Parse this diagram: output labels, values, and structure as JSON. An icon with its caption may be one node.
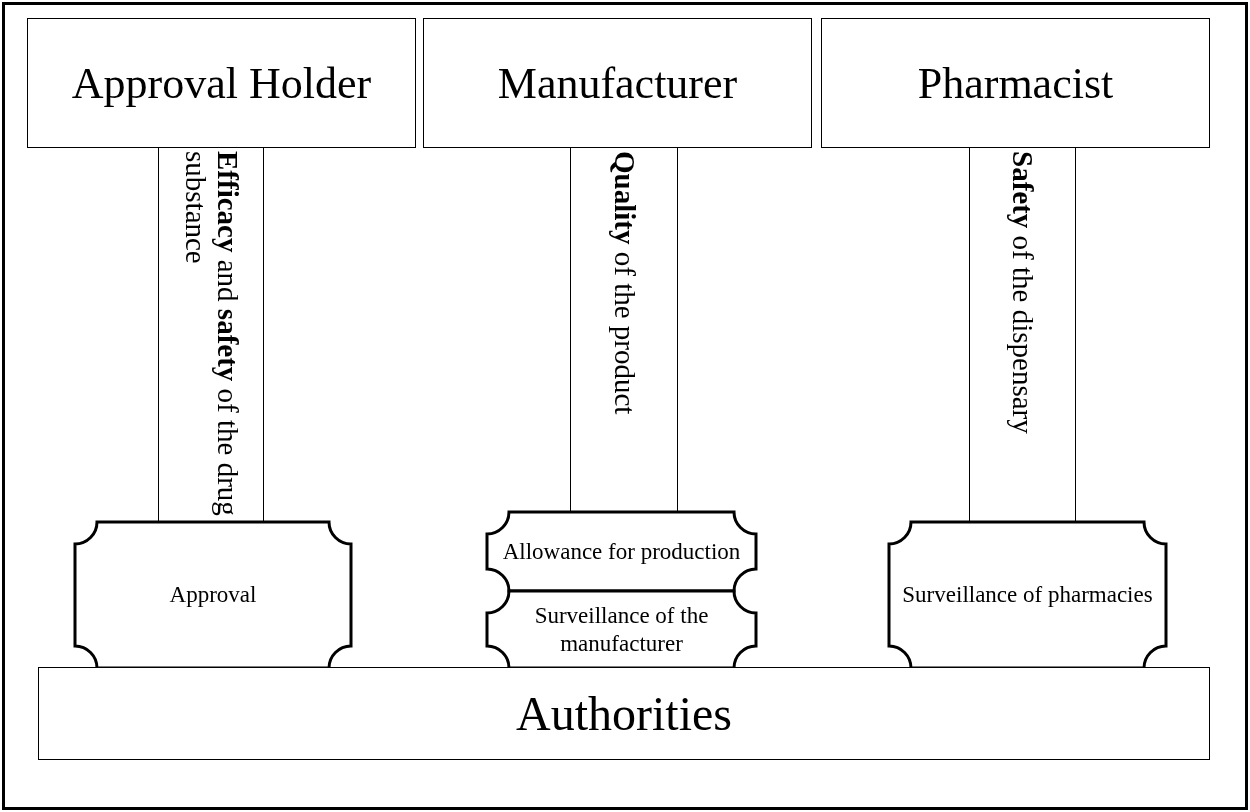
{
  "diagram": {
    "nodes": [
      {
        "text": [
          "Approval Holder"
        ]
      },
      {
        "text": [
          "Manufacturer"
        ]
      },
      {
        "text": [
          "Pharmacist"
        ]
      },
      {
        "text": [
          "**Efficacy** and **safety** of the drug substance"
        ]
      },
      {
        "text": [
          "**Quality** of the product"
        ]
      },
      {
        "text": [
          "**Safety** of the dispensary"
        ]
      },
      {
        "text": [
          "Approval"
        ]
      },
      {
        "text": [
          "Allowance for production"
        ]
      },
      {
        "text": [
          "Surveillance of the manufacturer"
        ]
      },
      {
        "text": [
          "Surveillance of pharmacies"
        ]
      },
      {
        "text": [
          "Authorities"
        ]
      }
    ]
  }
}
